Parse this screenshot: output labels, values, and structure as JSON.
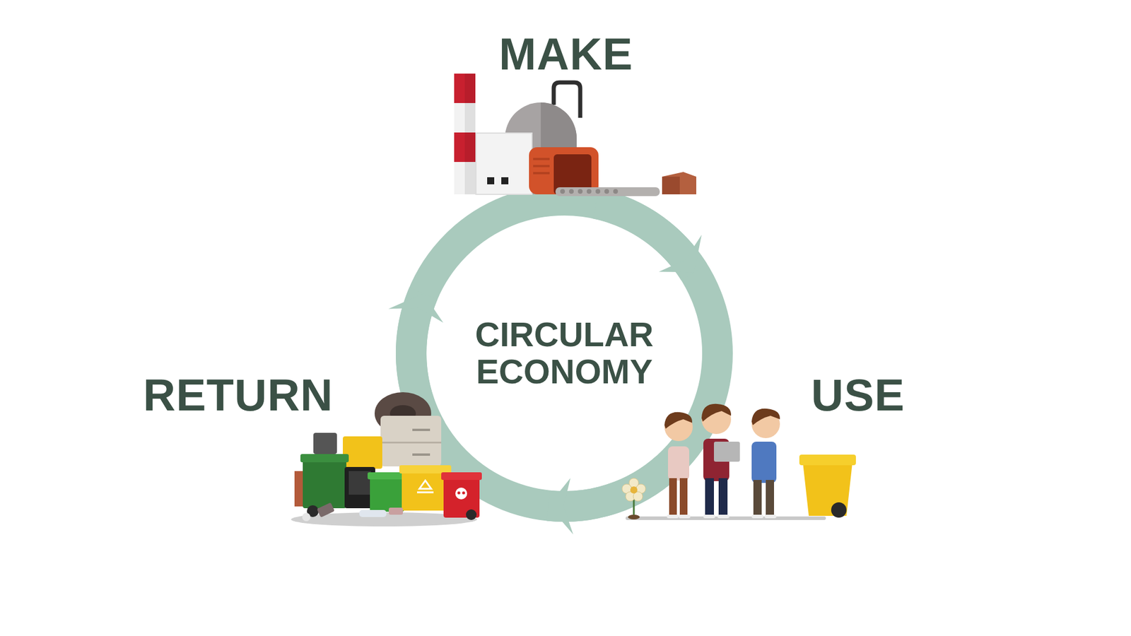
{
  "diagram": {
    "nodes": [
      {
        "text": [
          "MAKE"
        ]
      },
      {
        "text": [
          "USE"
        ]
      },
      {
        "text": [
          "RETURN"
        ]
      }
    ],
    "edges": [
      {
        "from": 0,
        "to": 1,
        "arrow": "to"
      },
      {
        "from": 1,
        "to": 2,
        "arrow": "to"
      },
      {
        "from": 2,
        "to": 0,
        "arrow": "to"
      }
    ],
    "labels": [
      "CIRCULAR ECONOMY"
    ]
  }
}
